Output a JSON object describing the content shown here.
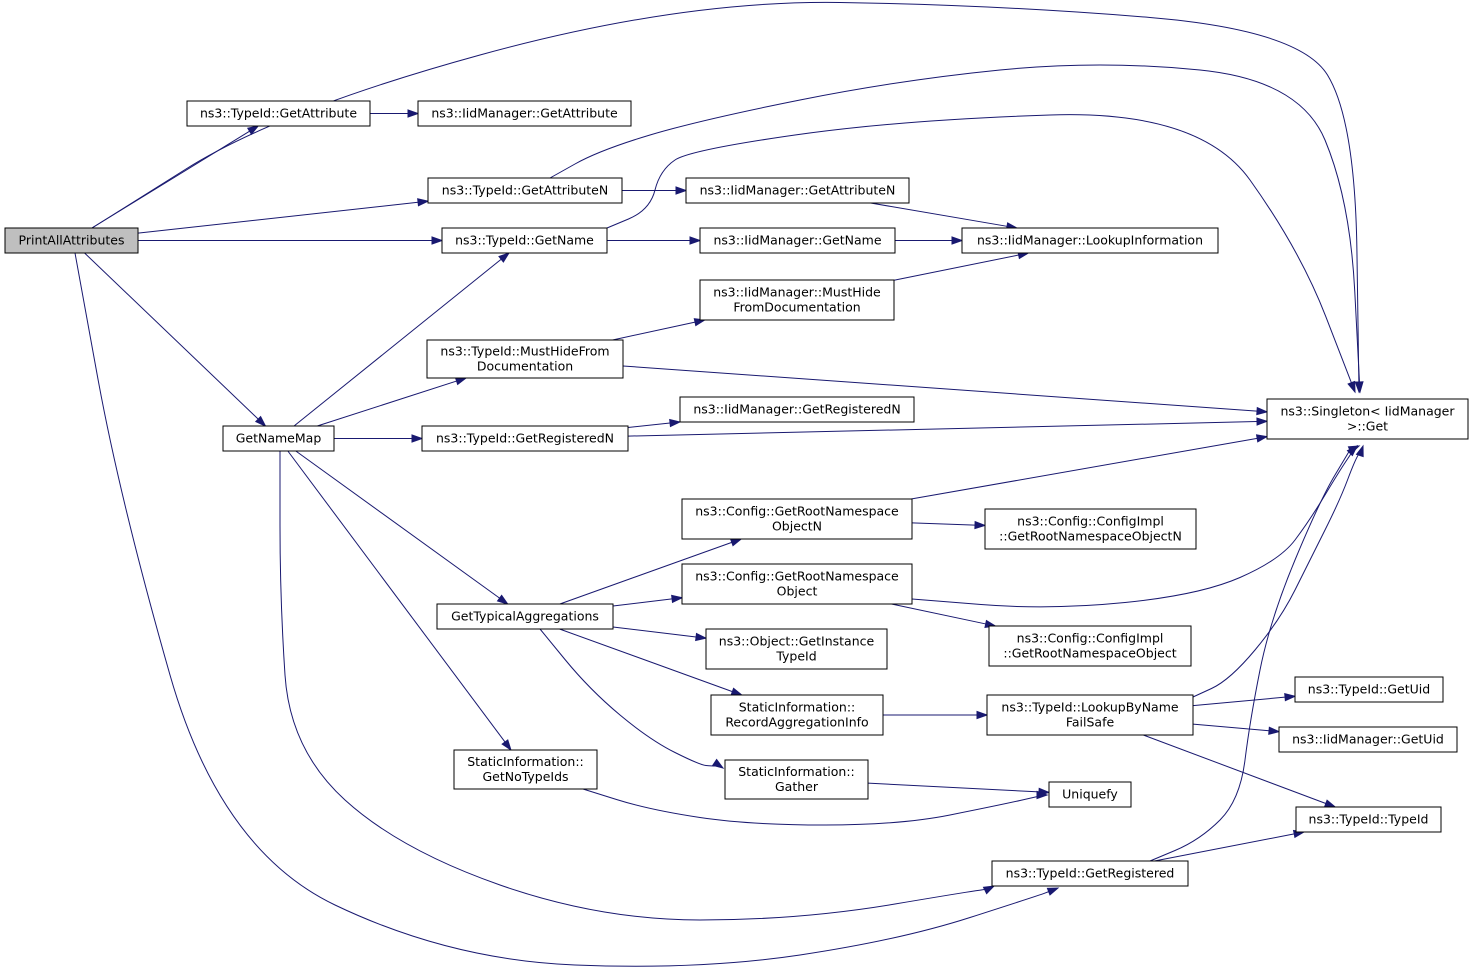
{
  "nodes": [
    {
      "id": "print_all_attributes",
      "lines": [
        "PrintAllAttributes"
      ],
      "root": true
    },
    {
      "id": "typeid_getattribute",
      "lines": [
        "ns3::TypeId::GetAttribute"
      ]
    },
    {
      "id": "iidmanager_getattribute",
      "lines": [
        "ns3::IidManager::GetAttribute"
      ]
    },
    {
      "id": "typeid_getattributen",
      "lines": [
        "ns3::TypeId::GetAttributeN"
      ]
    },
    {
      "id": "iidmanager_getattributen",
      "lines": [
        "ns3::IidManager::GetAttributeN"
      ]
    },
    {
      "id": "typeid_getname",
      "lines": [
        "ns3::TypeId::GetName"
      ]
    },
    {
      "id": "iidmanager_getname",
      "lines": [
        "ns3::IidManager::GetName"
      ]
    },
    {
      "id": "iidmanager_lookupinformation",
      "lines": [
        "ns3::IidManager::LookupInformation"
      ]
    },
    {
      "id": "iidmanager_musthide",
      "lines": [
        "ns3::IidManager::MustHide",
        "FromDocumentation"
      ]
    },
    {
      "id": "typeid_musthide",
      "lines": [
        "ns3::TypeId::MustHideFrom",
        "Documentation"
      ]
    },
    {
      "id": "singleton_get",
      "lines": [
        "ns3::Singleton< IidManager",
        " >::Get"
      ]
    },
    {
      "id": "getnamemap",
      "lines": [
        "GetNameMap"
      ]
    },
    {
      "id": "typeid_getregisteredn",
      "lines": [
        "ns3::TypeId::GetRegisteredN"
      ]
    },
    {
      "id": "iidmanager_getregisteredn",
      "lines": [
        "ns3::IidManager::GetRegisteredN"
      ]
    },
    {
      "id": "config_getrootnamespaceobjectn",
      "lines": [
        "ns3::Config::GetRootNamespace",
        "ObjectN"
      ]
    },
    {
      "id": "configimpl_getrootnamespaceobjectn",
      "lines": [
        "ns3::Config::ConfigImpl",
        "::GetRootNamespaceObjectN"
      ]
    },
    {
      "id": "config_getrootnamespaceobject",
      "lines": [
        "ns3::Config::GetRootNamespace",
        "Object"
      ]
    },
    {
      "id": "configimpl_getrootnamespaceobject",
      "lines": [
        "ns3::Config::ConfigImpl",
        "::GetRootNamespaceObject"
      ]
    },
    {
      "id": "gettypicalaggregations",
      "lines": [
        "GetTypicalAggregations"
      ]
    },
    {
      "id": "object_getinstancetypeid",
      "lines": [
        "ns3::Object::GetInstance",
        "TypeId"
      ]
    },
    {
      "id": "staticinfo_recordaggregationinfo",
      "lines": [
        "StaticInformation::",
        "RecordAggregationInfo"
      ]
    },
    {
      "id": "typeid_lookupbynamefailsafe",
      "lines": [
        "ns3::TypeId::LookupByName",
        "FailSafe"
      ]
    },
    {
      "id": "typeid_getuid",
      "lines": [
        "ns3::TypeId::GetUid"
      ]
    },
    {
      "id": "iidmanager_getuid",
      "lines": [
        "ns3::IidManager::GetUid"
      ]
    },
    {
      "id": "staticinfo_getnotypeids",
      "lines": [
        "StaticInformation::",
        "GetNoTypeIds"
      ]
    },
    {
      "id": "staticinfo_gather",
      "lines": [
        "StaticInformation::",
        "Gather"
      ]
    },
    {
      "id": "uniquefy",
      "lines": [
        "Uniquefy"
      ]
    },
    {
      "id": "typeid_typeid",
      "lines": [
        "ns3::TypeId::TypeId"
      ]
    },
    {
      "id": "typeid_getregistered",
      "lines": [
        "ns3::TypeId::GetRegistered"
      ]
    }
  ],
  "edges": [
    {
      "from": "print_all_attributes",
      "to": "typeid_getattribute"
    },
    {
      "from": "print_all_attributes",
      "to": "singleton_get"
    },
    {
      "from": "print_all_attributes",
      "to": "typeid_getattributen"
    },
    {
      "from": "print_all_attributes",
      "to": "typeid_getname"
    },
    {
      "from": "print_all_attributes",
      "to": "getnamemap"
    },
    {
      "from": "print_all_attributes",
      "to": "typeid_getregistered"
    },
    {
      "from": "typeid_getattribute",
      "to": "iidmanager_getattribute"
    },
    {
      "from": "typeid_getattributen",
      "to": "iidmanager_getattributen"
    },
    {
      "from": "typeid_getattributen",
      "to": "singleton_get"
    },
    {
      "from": "iidmanager_getattributen",
      "to": "iidmanager_lookupinformation"
    },
    {
      "from": "typeid_getname",
      "to": "iidmanager_getname"
    },
    {
      "from": "typeid_getname",
      "to": "singleton_get"
    },
    {
      "from": "iidmanager_getname",
      "to": "iidmanager_lookupinformation"
    },
    {
      "from": "iidmanager_musthide",
      "to": "iidmanager_lookupinformation"
    },
    {
      "from": "typeid_musthide",
      "to": "iidmanager_musthide"
    },
    {
      "from": "typeid_musthide",
      "to": "singleton_get"
    },
    {
      "from": "getnamemap",
      "to": "typeid_getname"
    },
    {
      "from": "getnamemap",
      "to": "typeid_musthide"
    },
    {
      "from": "getnamemap",
      "to": "typeid_getregisteredn"
    },
    {
      "from": "getnamemap",
      "to": "gettypicalaggregations"
    },
    {
      "from": "getnamemap",
      "to": "staticinfo_getnotypeids"
    },
    {
      "from": "getnamemap",
      "to": "typeid_getregistered"
    },
    {
      "from": "typeid_getregisteredn",
      "to": "iidmanager_getregisteredn"
    },
    {
      "from": "typeid_getregisteredn",
      "to": "singleton_get"
    },
    {
      "from": "config_getrootnamespaceobjectn",
      "to": "singleton_get"
    },
    {
      "from": "config_getrootnamespaceobjectn",
      "to": "configimpl_getrootnamespaceobjectn"
    },
    {
      "from": "config_getrootnamespaceobject",
      "to": "singleton_get"
    },
    {
      "from": "config_getrootnamespaceobject",
      "to": "configimpl_getrootnamespaceobject"
    },
    {
      "from": "gettypicalaggregations",
      "to": "config_getrootnamespaceobjectn"
    },
    {
      "from": "gettypicalaggregations",
      "to": "config_getrootnamespaceobject"
    },
    {
      "from": "gettypicalaggregations",
      "to": "object_getinstancetypeid"
    },
    {
      "from": "gettypicalaggregations",
      "to": "staticinfo_recordaggregationinfo"
    },
    {
      "from": "gettypicalaggregations",
      "to": "staticinfo_gather"
    },
    {
      "from": "staticinfo_recordaggregationinfo",
      "to": "typeid_lookupbynamefailsafe"
    },
    {
      "from": "typeid_lookupbynamefailsafe",
      "to": "singleton_get"
    },
    {
      "from": "typeid_lookupbynamefailsafe",
      "to": "typeid_getuid"
    },
    {
      "from": "typeid_lookupbynamefailsafe",
      "to": "iidmanager_getuid"
    },
    {
      "from": "typeid_lookupbynamefailsafe",
      "to": "typeid_typeid"
    },
    {
      "from": "staticinfo_gather",
      "to": "uniquefy"
    },
    {
      "from": "staticinfo_getnotypeids",
      "to": "uniquefy"
    },
    {
      "from": "typeid_getregistered",
      "to": "singleton_get"
    },
    {
      "from": "typeid_getregistered",
      "to": "typeid_typeid"
    }
  ]
}
